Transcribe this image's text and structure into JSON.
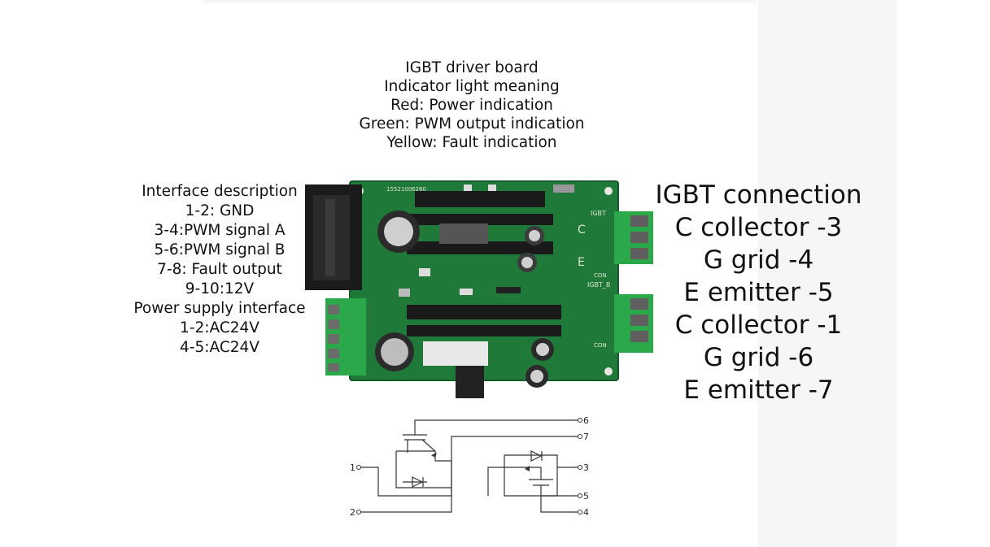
{
  "indicator_notes": {
    "lines": [
      "IGBT driver board",
      "Indicator light meaning",
      "Red: Power indication",
      "Green: PWM output indication",
      "Yellow: Fault indication"
    ]
  },
  "interface_notes": {
    "lines": [
      "Interface description",
      "1-2: GND",
      "3-4:PWM signal A",
      "5-6:PWM signal B",
      "7-8: Fault output",
      "9-10:12V",
      "Power supply interface",
      "1-2:AC24V",
      "4-5:AC24V"
    ]
  },
  "igbt_notes": {
    "lines": [
      "IGBT connection",
      "C collector -3",
      "G grid -4",
      "E emitter -5",
      "C collector -1",
      "G grid -6",
      "E emitter -7"
    ]
  },
  "board": {
    "serial": "15521006260",
    "label_igbt_a": "IGBT",
    "label_igbt_b": "IGBT_B",
    "label_c": "C",
    "label_e": "E",
    "label_con": "CON"
  },
  "schematic": {
    "pins": [
      "1",
      "2",
      "3",
      "4",
      "5",
      "6",
      "7"
    ]
  },
  "colors": {
    "pcb_green": "#1f7a3a",
    "terminal_green": "#2aa84a",
    "heatsink_black": "#1a1a1a"
  }
}
